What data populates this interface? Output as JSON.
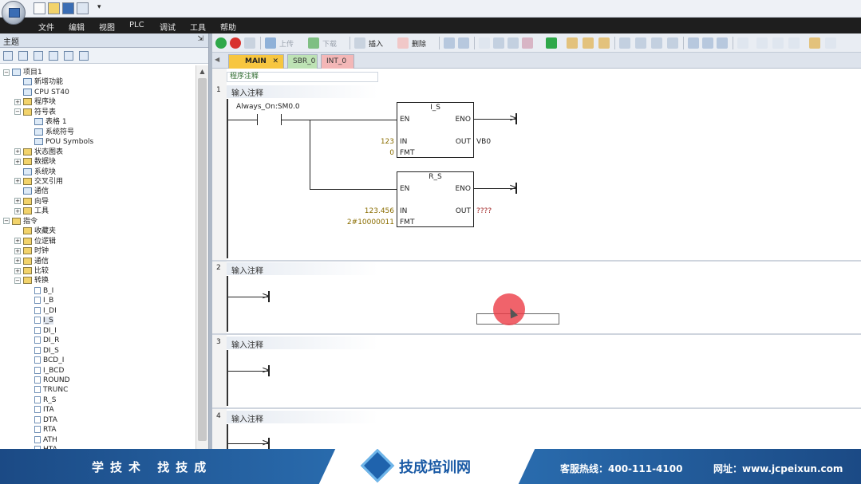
{
  "menu": [
    "文件",
    "编辑",
    "视图",
    "PLC",
    "调试",
    "工具",
    "帮助"
  ],
  "quick_access_more": "▾",
  "panel": {
    "title": "主题",
    "pin": "⇲"
  },
  "tree": [
    {
      "label": "项目1",
      "level": 0,
      "exp": "−",
      "icon": "doc"
    },
    {
      "label": "新增功能",
      "level": 1,
      "exp": "",
      "icon": "doc"
    },
    {
      "label": "CPU ST40",
      "level": 1,
      "exp": "",
      "icon": "doc"
    },
    {
      "label": "程序块",
      "level": 1,
      "exp": "+",
      "icon": "folder"
    },
    {
      "label": "符号表",
      "level": 1,
      "exp": "−",
      "icon": "folder"
    },
    {
      "label": "表格 1",
      "level": 2,
      "exp": "",
      "icon": "doc"
    },
    {
      "label": "系统符号",
      "level": 2,
      "exp": "",
      "icon": "doc"
    },
    {
      "label": "POU Symbols",
      "level": 2,
      "exp": "",
      "icon": "doc"
    },
    {
      "label": "状态图表",
      "level": 1,
      "exp": "+",
      "icon": "folder"
    },
    {
      "label": "数据块",
      "level": 1,
      "exp": "+",
      "icon": "folder"
    },
    {
      "label": "系统块",
      "level": 1,
      "exp": "",
      "icon": "doc"
    },
    {
      "label": "交叉引用",
      "level": 1,
      "exp": "+",
      "icon": "folder"
    },
    {
      "label": "通信",
      "level": 1,
      "exp": "",
      "icon": "doc"
    },
    {
      "label": "向导",
      "level": 1,
      "exp": "+",
      "icon": "folder"
    },
    {
      "label": "工具",
      "level": 1,
      "exp": "+",
      "icon": "folder"
    },
    {
      "label": "指令",
      "level": 0,
      "exp": "−",
      "icon": "folder"
    },
    {
      "label": "收藏夹",
      "level": 1,
      "exp": "",
      "icon": "folder"
    },
    {
      "label": "位逻辑",
      "level": 1,
      "exp": "+",
      "icon": "folder"
    },
    {
      "label": "时钟",
      "level": 1,
      "exp": "+",
      "icon": "folder"
    },
    {
      "label": "通信",
      "level": 1,
      "exp": "+",
      "icon": "folder"
    },
    {
      "label": "比较",
      "level": 1,
      "exp": "+",
      "icon": "folder"
    },
    {
      "label": "转换",
      "level": 1,
      "exp": "−",
      "icon": "folder"
    },
    {
      "label": "B_I",
      "level": 2,
      "exp": "",
      "icon": "leaf"
    },
    {
      "label": "I_B",
      "level": 2,
      "exp": "",
      "icon": "leaf"
    },
    {
      "label": "I_DI",
      "level": 2,
      "exp": "",
      "icon": "leaf"
    },
    {
      "label": "I_S",
      "level": 2,
      "exp": "",
      "icon": "leaf",
      "selected": true
    },
    {
      "label": "DI_I",
      "level": 2,
      "exp": "",
      "icon": "leaf"
    },
    {
      "label": "DI_R",
      "level": 2,
      "exp": "",
      "icon": "leaf"
    },
    {
      "label": "DI_S",
      "level": 2,
      "exp": "",
      "icon": "leaf"
    },
    {
      "label": "BCD_I",
      "level": 2,
      "exp": "",
      "icon": "leaf"
    },
    {
      "label": "I_BCD",
      "level": 2,
      "exp": "",
      "icon": "leaf"
    },
    {
      "label": "ROUND",
      "level": 2,
      "exp": "",
      "icon": "leaf"
    },
    {
      "label": "TRUNC",
      "level": 2,
      "exp": "",
      "icon": "leaf"
    },
    {
      "label": "R_S",
      "level": 2,
      "exp": "",
      "icon": "leaf"
    },
    {
      "label": "ITA",
      "level": 2,
      "exp": "",
      "icon": "leaf"
    },
    {
      "label": "DTA",
      "level": 2,
      "exp": "",
      "icon": "leaf"
    },
    {
      "label": "RTA",
      "level": 2,
      "exp": "",
      "icon": "leaf"
    },
    {
      "label": "ATH",
      "level": 2,
      "exp": "",
      "icon": "leaf"
    },
    {
      "label": "HTA",
      "level": 2,
      "exp": "",
      "icon": "leaf"
    }
  ],
  "toolbar": {
    "upload": "上传",
    "download": "下载",
    "insert": "插入",
    "delete": "删除"
  },
  "tabs": {
    "main": "MAIN",
    "close": "✕",
    "sbr": "SBR_0",
    "int": "INT_0"
  },
  "editor": {
    "program_comment": "程序注释",
    "networks": [
      {
        "num": "1",
        "comment": "输入注释"
      },
      {
        "num": "2",
        "comment": "输入注释"
      },
      {
        "num": "3",
        "comment": "输入注释"
      },
      {
        "num": "4",
        "comment": "输入注释"
      }
    ],
    "contact_label": "Always_On:SM0.0",
    "box1": {
      "title": "I_S",
      "en": "EN",
      "eno": "ENO",
      "in": "IN",
      "out": "OUT",
      "fmt": "FMT",
      "in_val": "123",
      "fmt_val": "0",
      "out_val": "VB0"
    },
    "box2": {
      "title": "R_S",
      "en": "EN",
      "eno": "ENO",
      "in": "IN",
      "out": "OUT",
      "fmt": "FMT",
      "in_val": "123.456",
      "fmt_val": "2#10000011",
      "out_val": "????"
    }
  },
  "footer": {
    "slogan": "学技术 找技成",
    "brand": "技成培训网",
    "hotline": "客服热线：400-111-4100",
    "web": "网址：www.jcpeixun.com"
  },
  "colors": {
    "tab_main": "#f7c640",
    "tab_sbr": "#bde2b4",
    "tab_int": "#f3b7b7",
    "footer": "#2d74b8"
  }
}
